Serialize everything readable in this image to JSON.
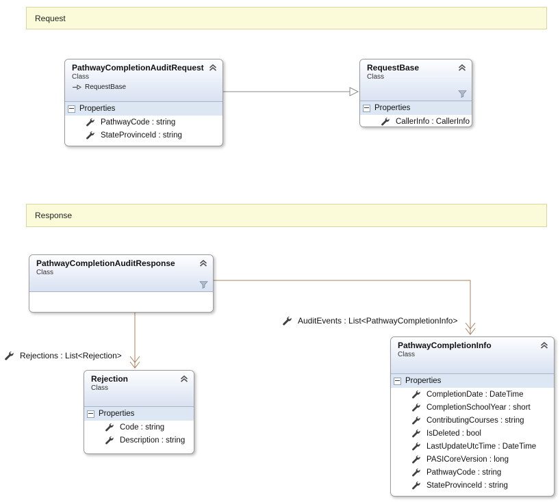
{
  "colors": {
    "comment_bg": "#fbfbd9",
    "comment_border": "#d6d6a0",
    "class_border": "#9c9c9c",
    "header_top": "#fdfeff",
    "header_bottom": "#d9e2f2",
    "section_bg": "#dde6f3",
    "association_line": "#a9825f",
    "inheritance_line": "#8a8a8a"
  },
  "icons": {
    "collapse": "chevron-double-up",
    "filter": "funnel",
    "member": "wrench",
    "section_expander": "minus-box",
    "inheritance": "open-arrow-right"
  },
  "comments": [
    {
      "text": "Request"
    },
    {
      "text": "Response"
    }
  ],
  "classes": [
    {
      "title": "PathwayCompletionAuditRequest",
      "kind": "Class",
      "base": "RequestBase",
      "sections": [
        {
          "label": "Properties",
          "members": [
            "PathwayCode : string",
            "StateProvinceId : string"
          ]
        }
      ]
    },
    {
      "title": "RequestBase",
      "kind": "Class",
      "sections": [
        {
          "label": "Properties",
          "members": [
            "CallerInfo : CallerInfo"
          ]
        }
      ]
    },
    {
      "title": "PathwayCompletionAuditResponse",
      "kind": "Class",
      "sections": []
    },
    {
      "title": "Rejection",
      "kind": "Class",
      "sections": [
        {
          "label": "Properties",
          "members": [
            "Code : string",
            "Description : string"
          ]
        }
      ]
    },
    {
      "title": "PathwayCompletionInfo",
      "kind": "Class",
      "sections": [
        {
          "label": "Properties",
          "members": [
            "CompletionDate : DateTime",
            "CompletionSchoolYear : short",
            "ContributingCourses : string",
            "IsDeleted : bool",
            "LastUpdateUtcTime : DateTime",
            "PASICoreVersion : long",
            "PathwayCode : string",
            "StateProvinceId : string"
          ]
        }
      ]
    }
  ],
  "associations": [
    {
      "label": "Rejections : List<Rejection>"
    },
    {
      "label": "AuditEvents : List<PathwayCompletionInfo>"
    }
  ]
}
